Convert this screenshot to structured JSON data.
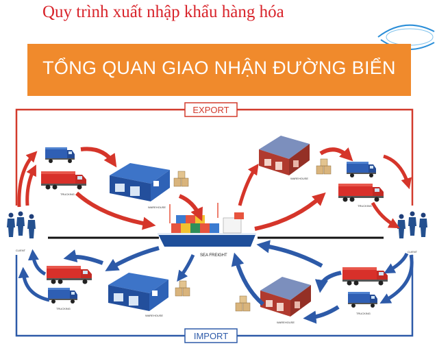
{
  "top_title": "Quy trình xuất nhập khẩu hàng hóa",
  "banner_title": "TỔNG QUAN GIAO NHẬN ĐƯỜNG BIỂN",
  "export_label": "EXPORT",
  "import_label": "IMPORT",
  "sea_freight_label": "SEA FREIGHT",
  "labels": {
    "client_left": "CLIENT",
    "client_right": "CLIENT",
    "trucking_export_left": "TRUCKING",
    "warehouse_export_left": "WAREHOUSE",
    "warehouse_export_right": "WAREHOUSE",
    "trucking_export_right": "TRUCKING",
    "trucking_import_left": "TRUCKING",
    "warehouse_import_left": "WAREHOUSE",
    "warehouse_import_right": "WAREHOUSE",
    "trucking_import_right": "TRUCKING"
  },
  "colors": {
    "title_red": "#d8232a",
    "banner_orange": "#f08a2c",
    "export_red": "#d23a2c",
    "import_blue": "#2d5aa8",
    "truck_red": "#d8302a",
    "truck_blue": "#2f5fb4",
    "warehouse_blue": "#2e62b6",
    "warehouse_red": "#b03a2e",
    "ship_blue": "#1f4f9a"
  },
  "icons": [
    "person-group-icon",
    "truck-icon",
    "warehouse-icon",
    "boxes-icon",
    "ship-icon",
    "arrow-icon"
  ]
}
